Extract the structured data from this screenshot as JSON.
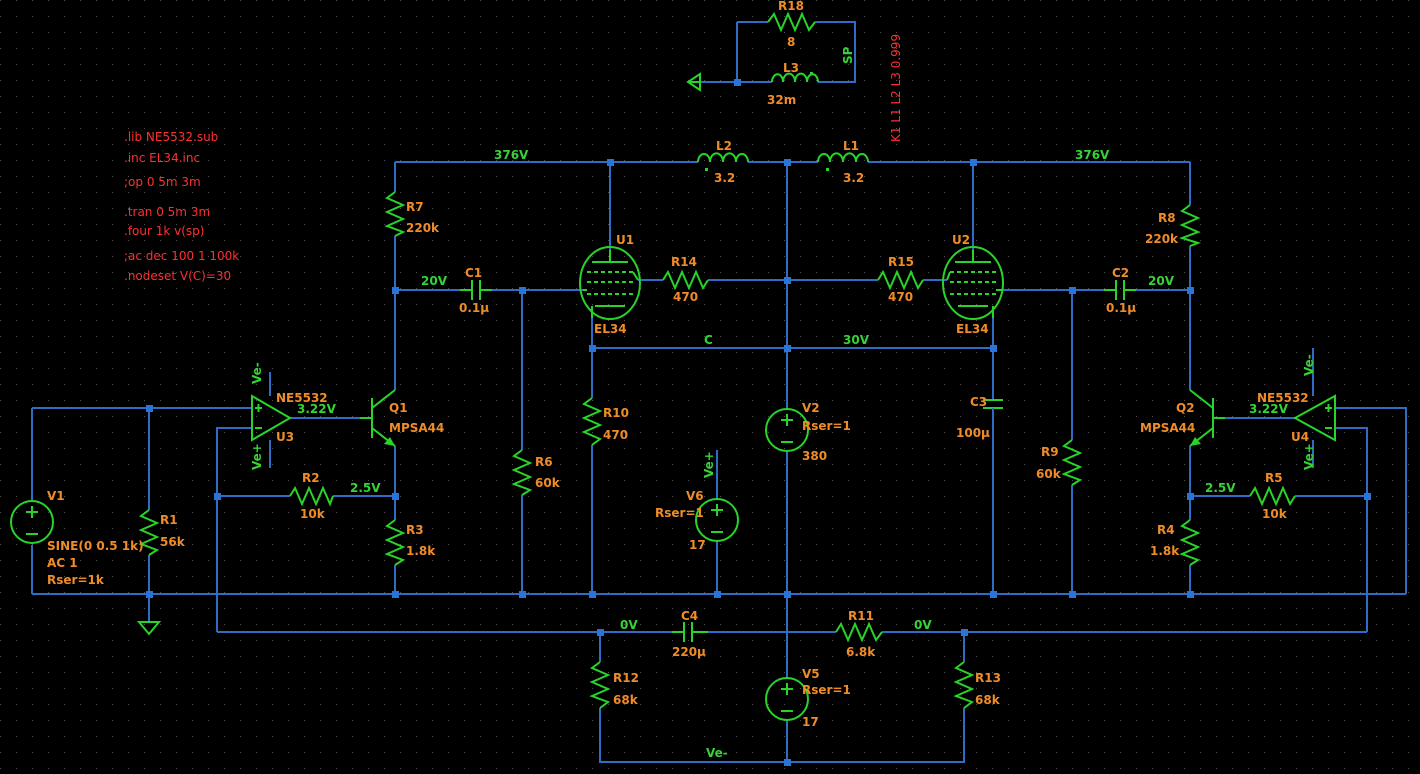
{
  "directives": [
    ".lib NE5532.sub",
    ".inc EL34.inc",
    ";op 0 5m 3m",
    ".tran 0 5m 3m",
    ".four 1k v(sp)",
    ";ac dec 100 1 100k",
    ".nodeset V(C)=30"
  ],
  "coupling": "K1 L1 L2 L3 0.999",
  "components": {
    "R18": {
      "name": "R18",
      "value": "8"
    },
    "L3": {
      "name": "L3",
      "value": "32m"
    },
    "L2": {
      "name": "L2",
      "value": "3.2"
    },
    "L1": {
      "name": "L1",
      "value": "3.2"
    },
    "R7": {
      "name": "R7",
      "value": "220k"
    },
    "R8": {
      "name": "R8",
      "value": "220k"
    },
    "C1": {
      "name": "C1",
      "value": "0.1µ"
    },
    "C2": {
      "name": "C2",
      "value": "0.1µ"
    },
    "U1": {
      "name": "U1",
      "value": "EL34"
    },
    "U2": {
      "name": "U2",
      "value": "EL34"
    },
    "R14": {
      "name": "R14",
      "value": "470"
    },
    "R15": {
      "name": "R15",
      "value": "470"
    },
    "Q1": {
      "name": "Q1",
      "value": "MPSA44"
    },
    "Q2": {
      "name": "Q2",
      "value": "MPSA44"
    },
    "U3": {
      "name": "U3",
      "value": "NE5532"
    },
    "U4": {
      "name": "U4",
      "value": "NE5532"
    },
    "R10": {
      "name": "R10",
      "value": "470"
    },
    "V2": {
      "name": "V2",
      "value": "380",
      "extra": "Rser=1"
    },
    "C3": {
      "name": "C3",
      "value": "100µ"
    },
    "R9": {
      "name": "R9",
      "value": "60k"
    },
    "R6": {
      "name": "R6",
      "value": "60k"
    },
    "V6": {
      "name": "V6",
      "value": "17",
      "extra": "Rser=1"
    },
    "V1": {
      "name": "V1",
      "value": "SINE(0 0.5 1k)",
      "ac": "AC 1",
      "extra": "Rser=1k"
    },
    "R1": {
      "name": "R1",
      "value": "56k"
    },
    "R2": {
      "name": "R2",
      "value": "10k"
    },
    "R3": {
      "name": "R3",
      "value": "1.8k"
    },
    "R4": {
      "name": "R4",
      "value": "1.8k"
    },
    "R5": {
      "name": "R5",
      "value": "10k"
    },
    "C4": {
      "name": "C4",
      "value": "220µ"
    },
    "R11": {
      "name": "R11",
      "value": "6.8k"
    },
    "R12": {
      "name": "R12",
      "value": "68k"
    },
    "R13": {
      "name": "R13",
      "value": "68k"
    },
    "V5": {
      "name": "V5",
      "value": "17",
      "extra": "Rser=1"
    }
  },
  "nets": {
    "sp": "SP",
    "v376_left": "376V",
    "v376_right": "376V",
    "v20_left": "20V",
    "v20_right": "20V",
    "c": "C",
    "v30": "30V",
    "v322_left": "3.22V",
    "v322_right": "3.22V",
    "v25_left": "2.5V",
    "v25_right": "2.5V",
    "v0_left": "0V",
    "v0_right": "0V",
    "ve_bottom": "Ve-",
    "ve_minus_u3": "Ve-",
    "ve_plus_u3": "Ve+",
    "ve_minus_u4": "Ve-",
    "ve_plus_u4": "Ve+",
    "ve_plus_v6": "Ve+"
  },
  "colors": {
    "background": "#000000",
    "wire": "#2f6cc6",
    "component": "#28d42a",
    "label": "#f08c28",
    "directive": "#ff3030"
  }
}
